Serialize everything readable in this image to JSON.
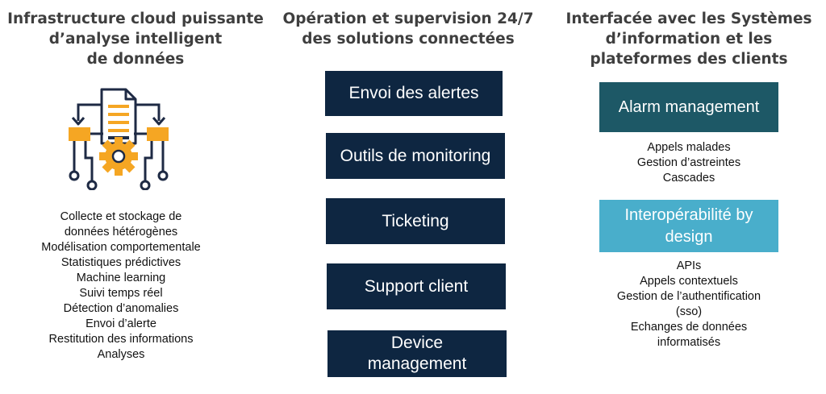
{
  "colors": {
    "navy_box": "#0e2641",
    "dark_teal_box": "#1d5866",
    "light_teal_box": "#49aecb",
    "icon_orange": "#f5a623",
    "icon_dark": "#1e2a44",
    "title_gray": "#3f3f3f"
  },
  "icon": {
    "name": "data-processing-icon"
  },
  "col1": {
    "title_lines": [
      "Infrastructure cloud puissante",
      "d’analyse intelligent",
      "de données"
    ],
    "items": [
      "Collecte et stockage de",
      "données hétérogènes",
      "Modélisation comportementale",
      "Statistiques prédictives",
      "Machine learning",
      "Suivi temps réel",
      "Détection d’anomalies",
      "Envoi d’alerte",
      "Restitution des informations",
      "Analyses"
    ]
  },
  "col2": {
    "title_lines": [
      "Opération et supervision 24/7",
      "des solutions connectées"
    ],
    "boxes": [
      [
        "Envoi des alertes"
      ],
      [
        "Outils de monitoring"
      ],
      [
        "Ticketing"
      ],
      [
        "Support client"
      ],
      [
        "Device",
        "management"
      ]
    ]
  },
  "col3": {
    "title_lines": [
      "Interfacée avec les Systèmes",
      "d’information et les",
      "plateformes des clients"
    ],
    "box1_lines": [
      "Alarm management"
    ],
    "box1_items": [
      "Appels malades",
      "Gestion d’astreintes",
      "Cascades"
    ],
    "box2_lines": [
      "Interopérabilité by",
      "design"
    ],
    "box2_items": [
      "APIs",
      "Appels contextuels",
      "Gestion de l’authentification",
      "(sso)",
      "Echanges de données",
      "informatisés"
    ]
  }
}
